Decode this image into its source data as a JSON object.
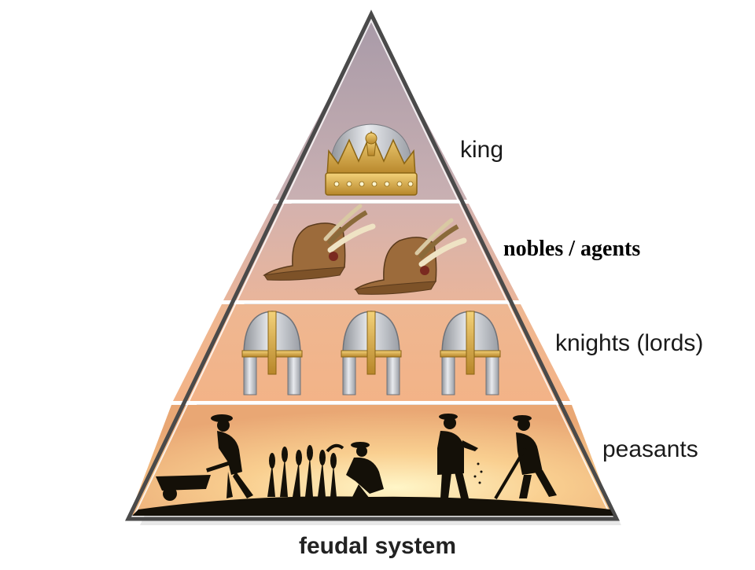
{
  "diagram": {
    "title": "feudal system",
    "tiers": [
      {
        "label": "king",
        "icon": "crown-icon"
      },
      {
        "label": "nobles / agents",
        "icon": "feathered-hat-icon"
      },
      {
        "label": "knights (lords)",
        "icon": "helmet-icon"
      },
      {
        "label": "peasants",
        "icon": "peasant-silhouettes"
      }
    ],
    "colors": {
      "pyramid_border": "#4a4a4a",
      "tier_top": "#b7aab2",
      "tier_bottom": "#f4b07c",
      "peasant_glow": "#fff2b0",
      "silhouette": "#141008",
      "gold": "#d6a93a",
      "silver": "#c9ccd2",
      "hat_brown": "#9c6b3b"
    }
  }
}
